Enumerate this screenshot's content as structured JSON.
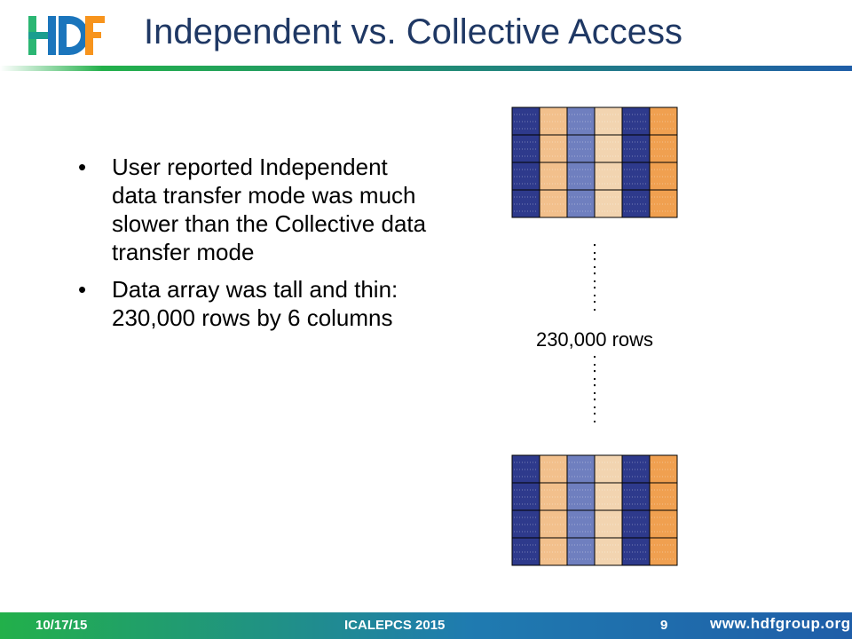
{
  "header": {
    "logo_text": "HDF",
    "title": "Independent vs. Collective Access"
  },
  "bullets": [
    {
      "symbol": "•",
      "text": "User reported Independent data transfer mode was much slower than the Collective data transfer mode"
    },
    {
      "symbol": "•",
      "text": "Data array was tall and thin: 230,000 rows by 6 columns"
    }
  ],
  "diagram": {
    "columns": 6,
    "rows_shown_per_block": 4,
    "rows_label": "230,000 rows",
    "ellipsis": ":",
    "column_colors": [
      "#2e3a8c",
      "#f2c08c",
      "#6f7fbf",
      "#f2d4b0",
      "#2e3a8c",
      "#f0a050"
    ]
  },
  "footer": {
    "date": "10/17/15",
    "conference": "ICALEPCS 2015",
    "page_number": "9",
    "url": "www.hdfgroup.org",
    "gradient_colors": [
      "#22b04a",
      "#1f5ea8"
    ]
  }
}
